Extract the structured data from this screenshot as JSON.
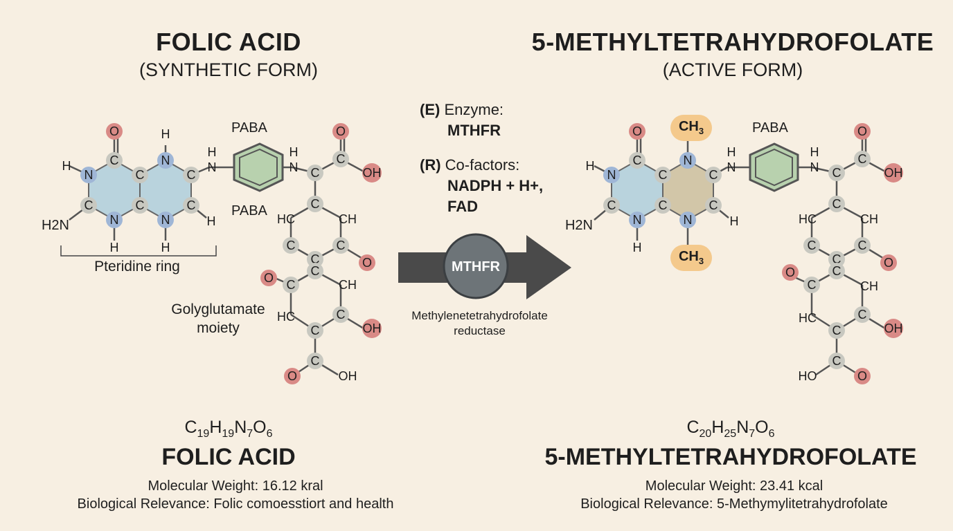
{
  "left": {
    "title": "FOLIC ACID",
    "subtitle": "(SYNTHETIC FORM)",
    "formula": "C19H19N7O6",
    "formula_parts": [
      "C",
      "19",
      "H",
      "19",
      "N",
      "7",
      "O",
      "6"
    ],
    "name": "FOLIC ACID",
    "molecular_weight": "Molecular Weight: 16.12 kral",
    "biological_relevance": "Biological Relevance: Folic comoesstiort and health",
    "labels": {
      "paba_top": "PABA",
      "paba_mid": "PABA",
      "pteridine": "Pteridine ring",
      "moiety_line1": "Golyglutamate",
      "moiety_line2": "moiety"
    }
  },
  "right": {
    "title": "5-METHYLTETRAHYDROFOLATE",
    "subtitle": "(ACTIVE FORM)",
    "formula": "C20H25N7O6",
    "formula_parts": [
      "C",
      "20",
      "H",
      "25",
      "N",
      "7",
      "O",
      "6"
    ],
    "name": "5-METHYLTETRAHYDROFOLATE",
    "molecular_weight": "Molecular Weight: 23.41 kcal",
    "biological_relevance": "Biological Relevance: 5-Methymylitetrahydrofolate",
    "labels": {
      "paba_top": "PABA",
      "methyl_top": "CH3",
      "methyl_bottom": "CH3"
    }
  },
  "reaction": {
    "enzyme_prefix": "(E)",
    "enzyme_label": "Enzyme:",
    "enzyme_name": "MTHFR",
    "cofactor_prefix": "(R)",
    "cofactor_label": "Co-factors:",
    "cofactor_line1": "NADPH + H+,",
    "cofactor_line2": "FAD",
    "arrow_label": "MTHFR",
    "enzyme_full_line1": "Methylenetetrahydrofolate",
    "enzyme_full_line2": "reductase"
  },
  "atoms": {
    "carbon": "C",
    "nitrogen": "N",
    "oxygen": "O",
    "hydrogen": "H",
    "amine": "H2N",
    "hydroxyl": "OH",
    "hydroxyl_left": "HO",
    "methine_left": "HC",
    "methine_right": "CH"
  },
  "colors": {
    "background": "#f7efe2",
    "pteridine_fill": "#b9d3dd",
    "reduced_ring_fill": "#d2c6a8",
    "benzene_fill": "#b8d1ae",
    "carbon_node": "#c8c8c0",
    "nitrogen_node": "#9fb6d6",
    "oxygen_node": "#d98a86",
    "methyl_fill": "#f4c98c",
    "arrow": "#4a4a4a",
    "enzyme_circle": "#6d7478",
    "nitrogen_text": "#2e5e8c"
  }
}
